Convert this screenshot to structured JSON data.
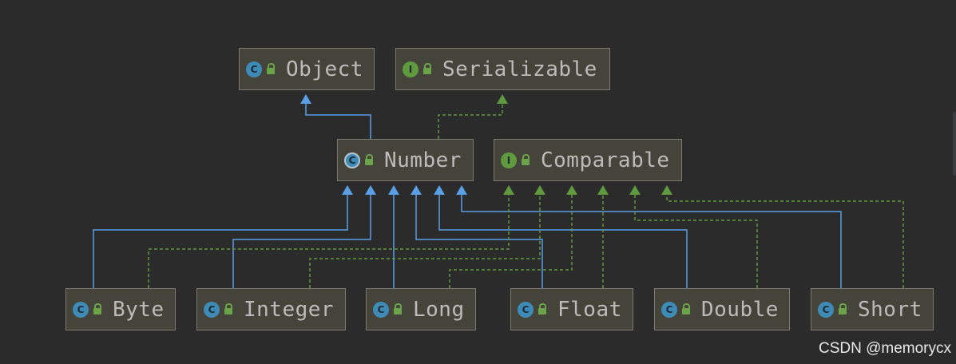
{
  "nodes": {
    "object": {
      "label": "Object",
      "badge": "C",
      "kind": "class"
    },
    "serializable": {
      "label": "Serializable",
      "badge": "I",
      "kind": "iface"
    },
    "number": {
      "label": "Number",
      "badge": "C",
      "kind": "abstract"
    },
    "comparable": {
      "label": "Comparable",
      "badge": "I",
      "kind": "iface"
    },
    "byte": {
      "label": "Byte",
      "badge": "C",
      "kind": "final"
    },
    "integer": {
      "label": "Integer",
      "badge": "C",
      "kind": "final"
    },
    "long": {
      "label": "Long",
      "badge": "C",
      "kind": "final"
    },
    "float": {
      "label": "Float",
      "badge": "C",
      "kind": "final"
    },
    "double": {
      "label": "Double",
      "badge": "C",
      "kind": "final"
    },
    "short": {
      "label": "Short",
      "badge": "C",
      "kind": "final"
    }
  },
  "edges": [
    {
      "from": "number",
      "to": "object",
      "type": "extends"
    },
    {
      "from": "number",
      "to": "serializable",
      "type": "implements"
    },
    {
      "from": "byte",
      "to": "number",
      "type": "extends"
    },
    {
      "from": "integer",
      "to": "number",
      "type": "extends"
    },
    {
      "from": "long",
      "to": "number",
      "type": "extends"
    },
    {
      "from": "float",
      "to": "number",
      "type": "extends"
    },
    {
      "from": "double",
      "to": "number",
      "type": "extends"
    },
    {
      "from": "short",
      "to": "number",
      "type": "extends"
    },
    {
      "from": "byte",
      "to": "comparable",
      "type": "implements"
    },
    {
      "from": "integer",
      "to": "comparable",
      "type": "implements"
    },
    {
      "from": "long",
      "to": "comparable",
      "type": "implements"
    },
    {
      "from": "float",
      "to": "comparable",
      "type": "implements"
    },
    {
      "from": "double",
      "to": "comparable",
      "type": "implements"
    },
    {
      "from": "short",
      "to": "comparable",
      "type": "implements"
    }
  ],
  "colors": {
    "extends": "#5a9ee6",
    "implements": "#5f9a3e",
    "background": "#2b2b2b",
    "node_fill": "#45443a"
  },
  "watermark": "CSDN @memorycx"
}
